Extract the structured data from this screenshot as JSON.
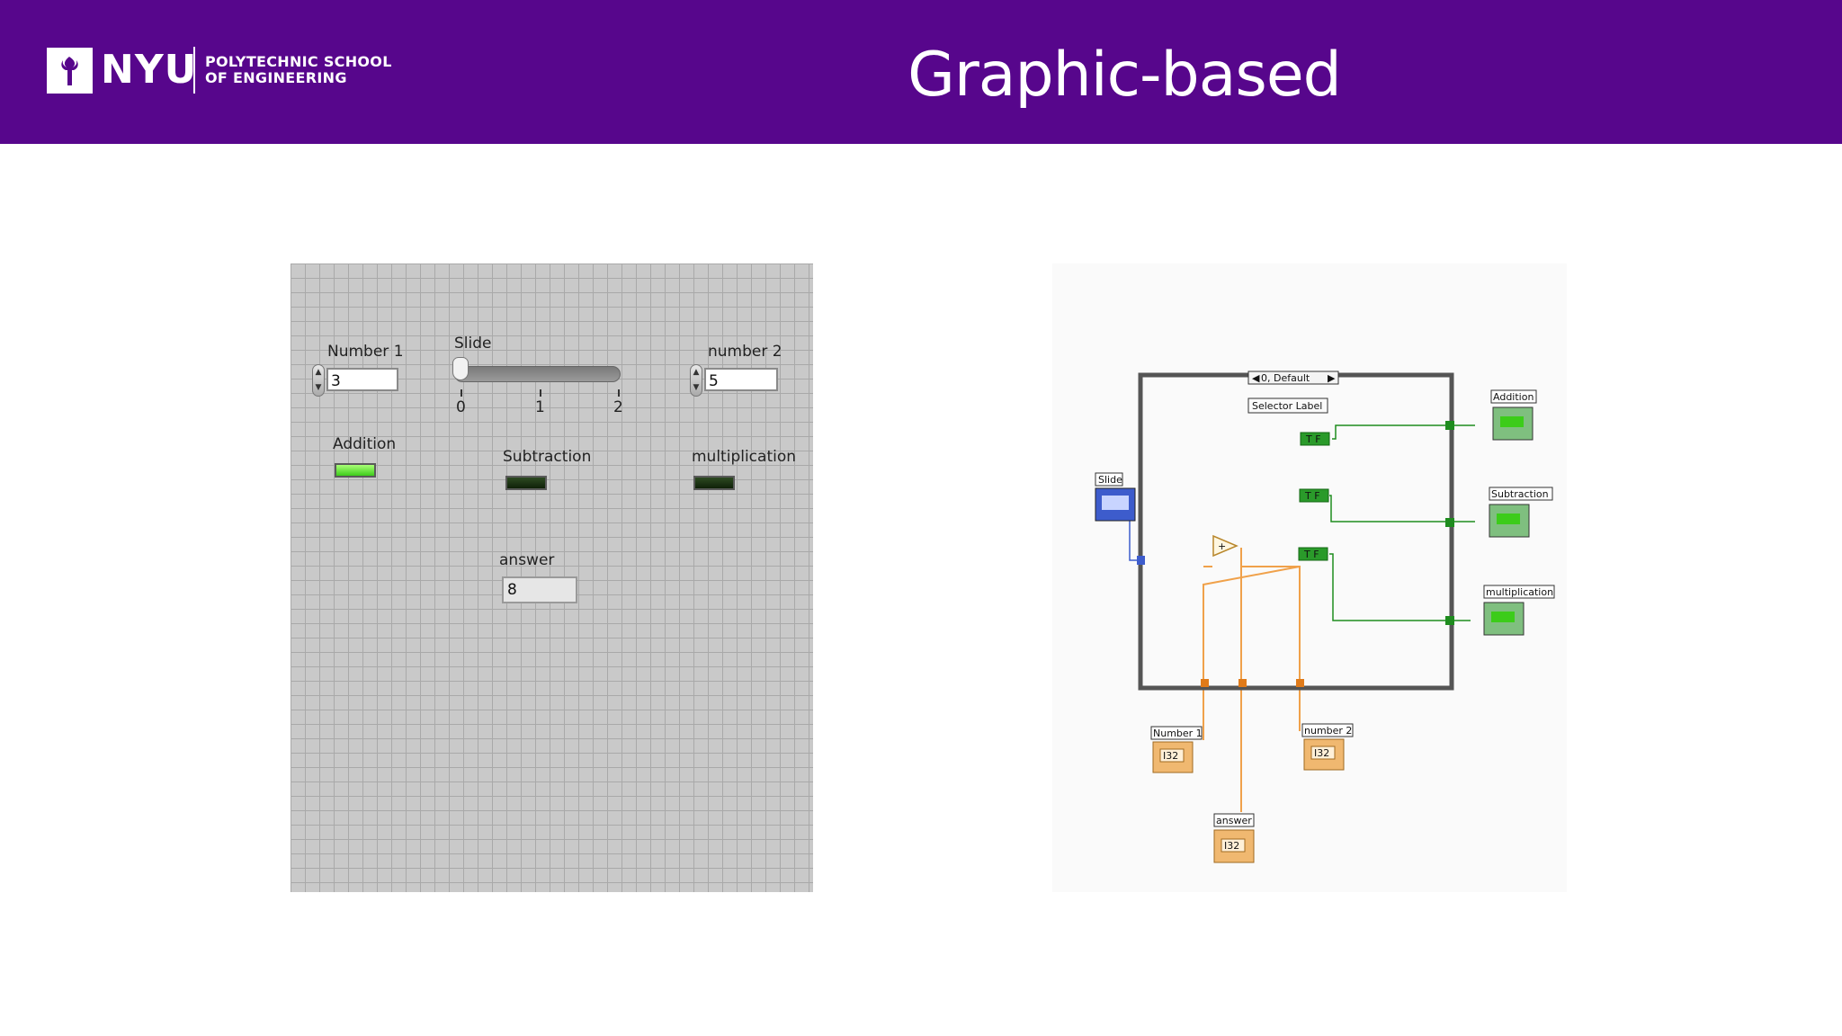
{
  "header": {
    "logo_text": "NYU",
    "school_line1": "POLYTECHNIC SCHOOL",
    "school_line2": "OF ENGINEERING",
    "title": "Graphic-based"
  },
  "front_panel": {
    "number1": {
      "label": "Number 1",
      "value": "3"
    },
    "slide": {
      "label": "Slide",
      "ticks": [
        "0",
        "1",
        "2"
      ],
      "value": 0
    },
    "number2": {
      "label": "number 2",
      "value": "5"
    },
    "addition": {
      "label": "Addition",
      "state": "on"
    },
    "subtraction": {
      "label": "Subtraction",
      "state": "off"
    },
    "multiplication": {
      "label": "multiplication",
      "state": "off"
    },
    "answer": {
      "label": "answer",
      "value": "8"
    }
  },
  "block_diagram": {
    "case_selector": "0, Default",
    "selector_label": "Selector Label",
    "slide_label": "Slide",
    "outputs": [
      "Addition",
      "Subtraction",
      "multiplication"
    ],
    "inputs": [
      "Number 1",
      "number 2"
    ],
    "answer_label": "answer",
    "bool_constants": [
      "T F",
      "T F",
      "T F"
    ],
    "terminal_type": "I32",
    "colors": {
      "wire_bool": "#1e8c1e",
      "wire_numeric": "#f0a14a",
      "slide_terminal": "#3d5ccc"
    }
  }
}
